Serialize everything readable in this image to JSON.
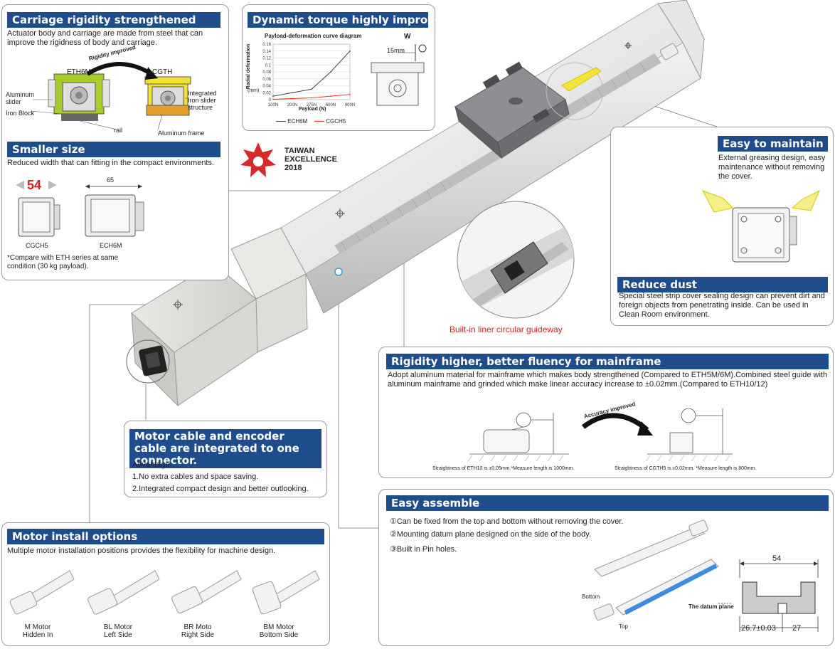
{
  "carriage": {
    "title": "Carriage rigidity strengthened",
    "desc": "Actuator body and carriage are made from steel that can improve the rigidness of body and carriage.",
    "label_eth6m": "ETH6M",
    "label_cgth": "CGTH",
    "label_improved": "Rigidity improved",
    "label_aluminum_slider": "Aluminum slider",
    "label_iron_block": "Iron Block",
    "label_rail": "rail",
    "label_integrated": "Integrated Iron slider structure",
    "label_aluminum_frame": "Aluminum frame"
  },
  "smaller": {
    "title": "Smaller size",
    "desc": "Reduced width that can fitting in the compact environments.",
    "width_cgch": "54",
    "width_ech": "65",
    "model_cgch": "CGCH5",
    "model_ech": "ECH6M",
    "note": "*Compare with ETH series at same condition (30 kg payload)."
  },
  "torque": {
    "title": "Dynamic torque highly improved",
    "chart_title": "Payload-deformation curve diagram",
    "ylabel": "Radial deformation",
    "yunit": "(mm)",
    "xlabel": "Payload (N)",
    "w_label": "W",
    "dist_label": "15mm",
    "legend_ech": "ECH6M",
    "legend_cgch": "CGCH5"
  },
  "chart_data": {
    "type": "line",
    "title": "Payload-deformation curve diagram",
    "xlabel": "Payload (N)",
    "ylabel": "Radial deformation (mm)",
    "categories": [
      "100N",
      "200N",
      "275N",
      "600N",
      "900N"
    ],
    "y_ticks": [
      "0",
      "0.02",
      "0.04",
      "0.06",
      "0.08",
      "0.1",
      "0.12",
      "0.14",
      "0.16"
    ],
    "ylim": [
      0,
      0.16
    ],
    "series": [
      {
        "name": "ECH6M",
        "color": "#444444",
        "values": [
          0.01,
          0.02,
          0.03,
          0.08,
          0.14
        ]
      },
      {
        "name": "CGCH5",
        "color": "#d9341f",
        "values": [
          0.001,
          0.003,
          0.005,
          0.01,
          0.015
        ]
      }
    ]
  },
  "award": {
    "line1": "TAIWAN",
    "line2": "EXCELLENCE",
    "line3": "2018"
  },
  "guideway_caption": "Built-in liner circular guideway",
  "maintain": {
    "title": "Easy to maintain",
    "desc": "External greasing design, easy maintenance without removing the cover."
  },
  "dust": {
    "title": "Reduce dust",
    "desc": "Special steel strip cover sealing design can prevent dirt and foreign objects from penetrating inside. Can be used in Clean Room environment."
  },
  "rigidity": {
    "title": "Rigidity higher, better fluency for mainframe",
    "desc": "Adopt aluminum material for mainframe which makes body strengthened (Compared to ETH5M/6M).Combined steel guide with aluminum mainframe and grinded which make linear accuracy increase to ±0.02mm.(Compared to ETH10/12)",
    "accuracy_label": "Accuracy improved",
    "caption_left": "Straightness of ETH10 is ±0.05mm.*Measure length is 1000mm.",
    "caption_right": "Straightness of CGTH5 is ±0.02mm.  *Measure length is 800mm."
  },
  "motor_cable": {
    "title": "Motor cable and encoder cable are integrated  to one connector.",
    "adv_label": "Advantage:",
    "item1": "1.No extra cables and space saving.",
    "item2": "2.Integrated compact design and better outlooking."
  },
  "motor_options": {
    "title": "Motor install options",
    "desc": "Multiple motor installation positions provides the flexibility for machine design.",
    "options": [
      {
        "line1": "M Motor",
        "line2": "Hidden In"
      },
      {
        "line1": "BL Motor",
        "line2": "Left Side"
      },
      {
        "line1": "BR Moto",
        "line2": "Right Side"
      },
      {
        "line1": "BM Motor",
        "line2": "Bottom Side"
      }
    ]
  },
  "assemble": {
    "title": "Easy assemble",
    "item1": "①Can be fixed from the top and bottom without removing the cover.",
    "item2": "②Mounting datum plane designed on the side of the body.",
    "item3": "③Built in Pin holes.",
    "label_bottom": "Bottom",
    "label_top": "Top",
    "label_datum": "The datum plane",
    "dim_width": "54",
    "dim_left": "26.7±0.03",
    "dim_right": "27"
  }
}
